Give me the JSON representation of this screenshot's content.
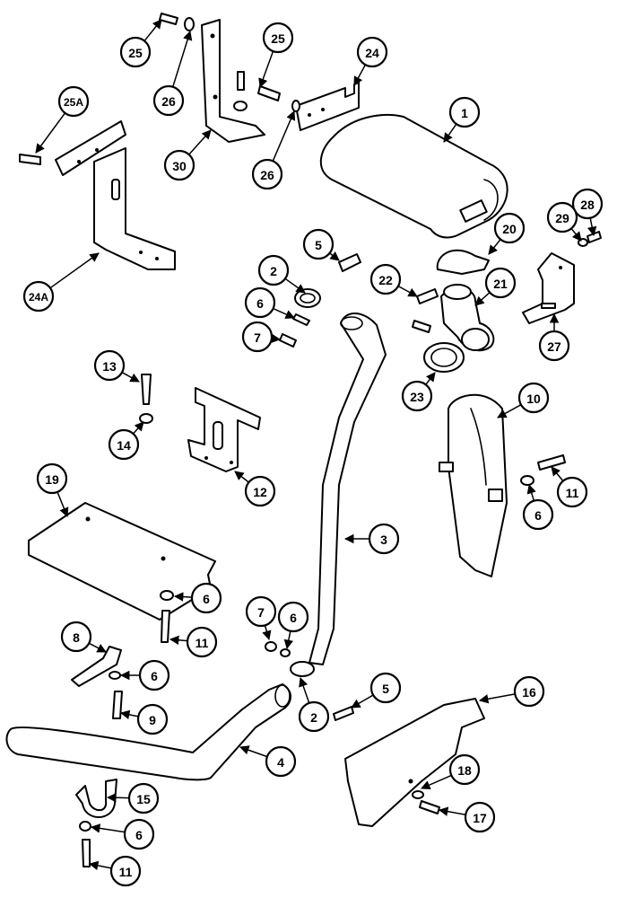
{
  "diagram": {
    "callouts": [
      {
        "id": "c1",
        "label": "1"
      },
      {
        "id": "c2a",
        "label": "2"
      },
      {
        "id": "c2b",
        "label": "2"
      },
      {
        "id": "c3",
        "label": "3"
      },
      {
        "id": "c4",
        "label": "4"
      },
      {
        "id": "c5a",
        "label": "5"
      },
      {
        "id": "c5b",
        "label": "5"
      },
      {
        "id": "c6a",
        "label": "6"
      },
      {
        "id": "c6b",
        "label": "6"
      },
      {
        "id": "c6c",
        "label": "6"
      },
      {
        "id": "c6d",
        "label": "6"
      },
      {
        "id": "c6e",
        "label": "6"
      },
      {
        "id": "c6f",
        "label": "6"
      },
      {
        "id": "c7a",
        "label": "7"
      },
      {
        "id": "c7b",
        "label": "7"
      },
      {
        "id": "c8",
        "label": "8"
      },
      {
        "id": "c9",
        "label": "9"
      },
      {
        "id": "c10",
        "label": "10"
      },
      {
        "id": "c11a",
        "label": "11"
      },
      {
        "id": "c11b",
        "label": "11"
      },
      {
        "id": "c11c",
        "label": "11"
      },
      {
        "id": "c12",
        "label": "12"
      },
      {
        "id": "c13",
        "label": "13"
      },
      {
        "id": "c14",
        "label": "14"
      },
      {
        "id": "c15",
        "label": "15"
      },
      {
        "id": "c16",
        "label": "16"
      },
      {
        "id": "c17",
        "label": "17"
      },
      {
        "id": "c18",
        "label": "18"
      },
      {
        "id": "c19",
        "label": "19"
      },
      {
        "id": "c20",
        "label": "20"
      },
      {
        "id": "c21",
        "label": "21"
      },
      {
        "id": "c22",
        "label": "22"
      },
      {
        "id": "c23",
        "label": "23"
      },
      {
        "id": "c24",
        "label": "24"
      },
      {
        "id": "c24a",
        "label": "24A"
      },
      {
        "id": "c25a",
        "label": "25"
      },
      {
        "id": "c25b",
        "label": "25"
      },
      {
        "id": "c25c",
        "label": "25A"
      },
      {
        "id": "c26a",
        "label": "26"
      },
      {
        "id": "c26b",
        "label": "26"
      },
      {
        "id": "c27",
        "label": "27"
      },
      {
        "id": "c28",
        "label": "28"
      },
      {
        "id": "c29",
        "label": "29"
      },
      {
        "id": "c30",
        "label": "30"
      }
    ]
  }
}
